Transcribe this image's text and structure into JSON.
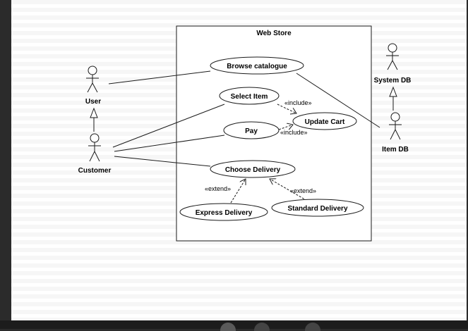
{
  "diagram": {
    "system_title": "Web Store",
    "actors": {
      "user": "User",
      "customer": "Customer",
      "system_db": "System DB",
      "item_db": "Item DB"
    },
    "use_cases": {
      "browse_catalogue": "Browse catalogue",
      "select_item": "Select Item",
      "update_cart": "Update Cart",
      "pay": "Pay",
      "choose_delivery": "Choose Delivery",
      "express_delivery": "Express Delivery",
      "standard_delivery": "Standard Delivery"
    },
    "stereotypes": {
      "include_select": "«include»",
      "include_pay": "«include»",
      "extend_express": "«extend»",
      "extend_standard": "«extend»"
    }
  },
  "colors": {
    "line": "#1a1a1a",
    "background": "#ffffff",
    "frame": "#2b2b2b"
  }
}
